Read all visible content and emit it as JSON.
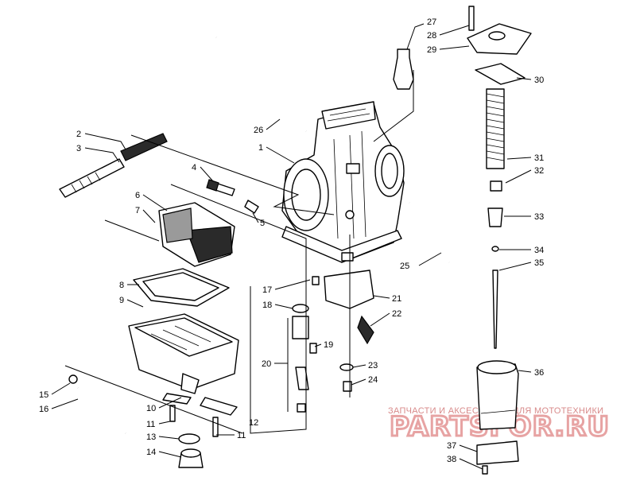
{
  "callouts": [
    {
      "id": "c1",
      "label": "1"
    },
    {
      "id": "c2",
      "label": "2"
    },
    {
      "id": "c3",
      "label": "3"
    },
    {
      "id": "c4",
      "label": "4"
    },
    {
      "id": "c5",
      "label": "5"
    },
    {
      "id": "c6",
      "label": "6"
    },
    {
      "id": "c7",
      "label": "7"
    },
    {
      "id": "c8",
      "label": "8"
    },
    {
      "id": "c9",
      "label": "9"
    },
    {
      "id": "c10",
      "label": "10"
    },
    {
      "id": "c11a",
      "label": "11"
    },
    {
      "id": "c11b",
      "label": "11"
    },
    {
      "id": "c12",
      "label": "12"
    },
    {
      "id": "c13",
      "label": "13"
    },
    {
      "id": "c14",
      "label": "14"
    },
    {
      "id": "c15",
      "label": "15"
    },
    {
      "id": "c16",
      "label": "16"
    },
    {
      "id": "c17",
      "label": "17"
    },
    {
      "id": "c18",
      "label": "18"
    },
    {
      "id": "c19",
      "label": "19"
    },
    {
      "id": "c20",
      "label": "20"
    },
    {
      "id": "c21",
      "label": "21"
    },
    {
      "id": "c22",
      "label": "22"
    },
    {
      "id": "c23",
      "label": "23"
    },
    {
      "id": "c24",
      "label": "24"
    },
    {
      "id": "c25",
      "label": "25"
    },
    {
      "id": "c26",
      "label": "26"
    },
    {
      "id": "c27",
      "label": "27"
    },
    {
      "id": "c28",
      "label": "28"
    },
    {
      "id": "c29",
      "label": "29"
    },
    {
      "id": "c30",
      "label": "30"
    },
    {
      "id": "c31",
      "label": "31"
    },
    {
      "id": "c32",
      "label": "32"
    },
    {
      "id": "c33",
      "label": "33"
    },
    {
      "id": "c34",
      "label": "34"
    },
    {
      "id": "c35",
      "label": "35"
    },
    {
      "id": "c36",
      "label": "36"
    },
    {
      "id": "c37",
      "label": "37"
    },
    {
      "id": "c38",
      "label": "38"
    }
  ],
  "watermark": {
    "tagline": "ЗАПЧАСТИ И АКСЕССУАРЫ ДЛЯ МОТОТЕХНИКИ",
    "logo": "PARTSFOR.RU",
    "color": "#e7a3a3"
  }
}
